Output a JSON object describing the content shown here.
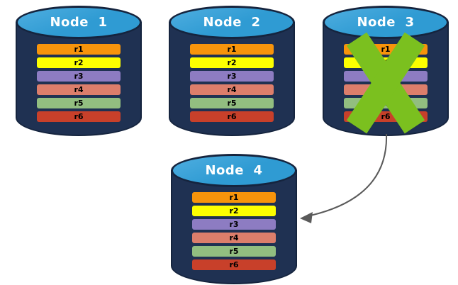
{
  "diagram": {
    "description": "Database replication diagram: replicas r1-r6 on four nodes; Node 3 failed and its data is recovered onto Node 4"
  },
  "colors": {
    "canvas_bg": "#FFFFFF",
    "cylinder_body": "#1F3152",
    "cylinder_border": "#15243E",
    "cylinder_top": "#2F9BD3",
    "cylinder_top_highlight": "#4FAEE0",
    "node_label_text": "#FFFFFF",
    "bar_text": "#000000",
    "x_mark": "#7BC01F",
    "arrow": "#5A5A5A"
  },
  "replicas": [
    {
      "label": "r1",
      "color": "#F7940B"
    },
    {
      "label": "r2",
      "color": "#FDFF00"
    },
    {
      "label": "r3",
      "color": "#8D7CC2"
    },
    {
      "label": "r4",
      "color": "#DC7E6B"
    },
    {
      "label": "r5",
      "color": "#92BE80"
    },
    {
      "label": "r6",
      "color": "#C8402A"
    }
  ],
  "nodes": [
    {
      "id": "node-1",
      "label": "Node  1",
      "failed": false
    },
    {
      "id": "node-2",
      "label": "Node  2",
      "failed": false
    },
    {
      "id": "node-3",
      "label": "Node  3",
      "failed": true
    },
    {
      "id": "node-4",
      "label": "Node  4",
      "failed": false
    }
  ],
  "annotations": {
    "x_mark": {
      "icon": "x-mark-icon",
      "on": "node-3"
    },
    "arrow": {
      "from": "node-3",
      "to": "node-4",
      "style": "curved"
    }
  }
}
